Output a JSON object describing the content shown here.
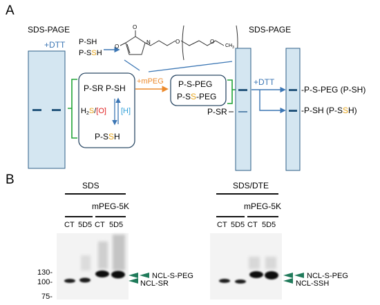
{
  "panel_a": {
    "letter": "A",
    "left_gel": {
      "title": "SDS-PAGE",
      "treatment": "+DTT"
    },
    "reagents": {
      "line1": "P-SH",
      "line2_prefix": "P-S",
      "line2_highlight": "S",
      "line2_suffix": "H"
    },
    "mpeg_label": "+mPEG",
    "mpeg_subscript": "n",
    "mpeg_methyl": "CH",
    "mpeg_methyl_sub": "3",
    "center_box": {
      "top": "P-SR P-SH",
      "left_h": "H",
      "left_2": "2",
      "left_s": "S",
      "left_slash": "/",
      "left_o": "[O]",
      "right_h": "[H]",
      "bottom_prefix": "P-S",
      "bottom_highlight": "S",
      "bottom_suffix": "H"
    },
    "peg_box": {
      "line1": "P-S-PEG",
      "line2_prefix": "P-S",
      "line2_highlight": "S",
      "line2_suffix": "-PEG"
    },
    "right_gels": {
      "title": "SDS-PAGE",
      "psr_label": "P-SR",
      "dtt_label": "+DTT"
    },
    "products": {
      "top": "-P-S-PEG (P-SH)",
      "bottom_prefix": "-P-SH (P-S",
      "bottom_highlight": "S",
      "bottom_suffix": "H)"
    }
  },
  "panel_b": {
    "letter": "B",
    "left_blot": {
      "condition": "SDS",
      "peg": "mPEG-5K",
      "lanes": [
        "CT",
        "5D5",
        "CT",
        "5D5"
      ]
    },
    "right_blot": {
      "condition": "SDS/DTE",
      "peg": "mPEG-5K",
      "lanes": [
        "CT",
        "5D5",
        "CT",
        "5D5"
      ]
    },
    "markers": [
      "130-",
      "100-",
      "75-"
    ],
    "left_bands": [
      "NCL-S-PEG",
      "NCL-SR"
    ],
    "right_bands": [
      "NCL-S-PEG",
      "NCL-SSH"
    ]
  },
  "colors": {
    "gel": "#d4e6f1",
    "band": "#24557c",
    "blue_arrow": "#3b76b4",
    "green": "#1fa335",
    "orange": "#ec8a2c",
    "sulfur": "#e6a41a",
    "oxidant": "#e02020",
    "reductant": "#2e9fd8",
    "blot_arrow": "#1f7a5a"
  }
}
